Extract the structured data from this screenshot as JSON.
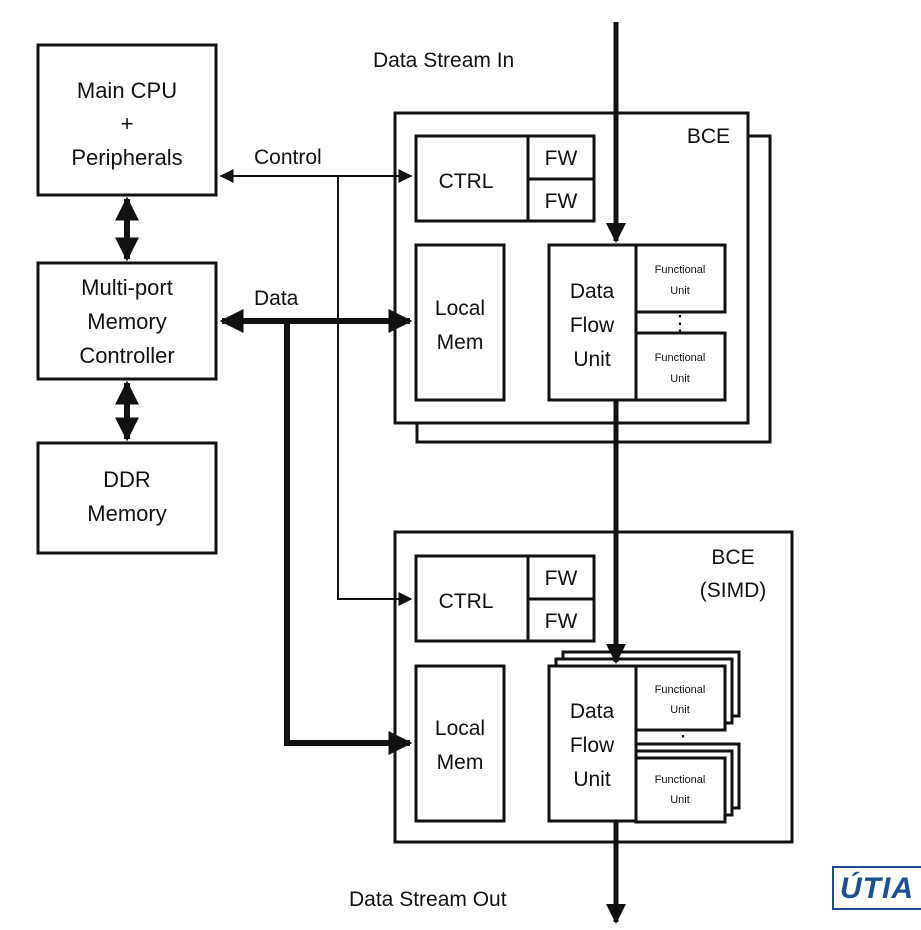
{
  "stream_in_label": "Data Stream In",
  "stream_out_label": "Data Stream Out",
  "main_cpu": {
    "line1": "Main CPU",
    "line2": "+",
    "line3": "Peripherals"
  },
  "memory_controller": {
    "line1": "Multi-port",
    "line2": "Memory",
    "line3": "Controller"
  },
  "ddr_memory": {
    "line1": "DDR",
    "line2": "Memory"
  },
  "control_label": "Control",
  "data_label": "Data",
  "bce1": {
    "title": "BCE",
    "ctrl": "CTRL",
    "fw1": "FW",
    "fw2": "FW",
    "local_mem": {
      "line1": "Local",
      "line2": "Mem"
    },
    "dfu": {
      "line1": "Data",
      "line2": "Flow",
      "line3": "Unit"
    },
    "fu1": {
      "line1": "Functional",
      "line2": "Unit"
    },
    "fu2": {
      "line1": "Functional",
      "line2": "Unit"
    },
    "dots": "⋮"
  },
  "bce2": {
    "title": "BCE",
    "subtitle": "(SIMD)",
    "ctrl": "CTRL",
    "fw1": "FW",
    "fw2": "FW",
    "local_mem": {
      "line1": "Local",
      "line2": "Mem"
    },
    "dfu": {
      "line1": "Data",
      "line2": "Flow",
      "line3": "Unit"
    },
    "fu1": {
      "line1": "Functional",
      "line2": "Unit"
    },
    "fu2": {
      "line1": "Functional",
      "line2": "Unit"
    },
    "dots": "⋮"
  },
  "logo_text": "ÚTIA",
  "colors": {
    "line": "#111111",
    "logo": "#1d4f91"
  }
}
